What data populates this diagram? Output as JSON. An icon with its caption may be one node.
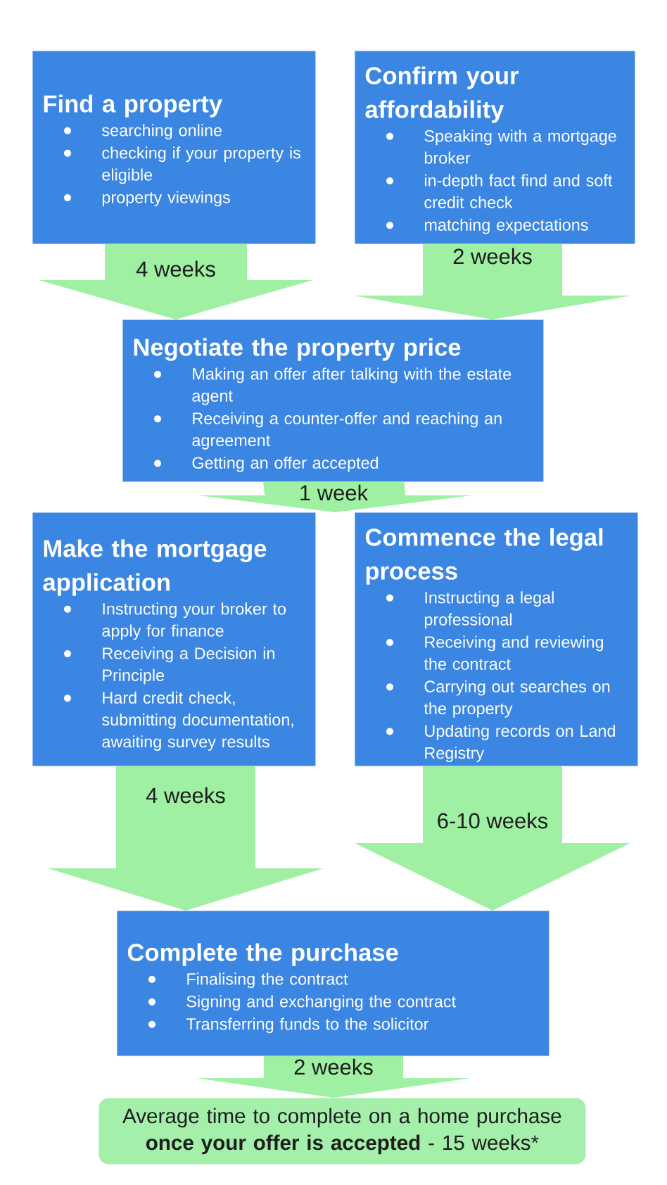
{
  "diagram": {
    "nodes": [
      {
        "text": [
          "Find a property",
          "searching online",
          "checking if your property is eligible",
          "property viewings"
        ]
      },
      {
        "text": [
          "Confirm your affordability",
          "Speaking with a mortgage broker",
          "in-depth fact find and soft credit check",
          "matching expectations"
        ]
      },
      {
        "text": [
          "Negotiate the property price",
          "Making an offer after talking with the estate agent",
          "Receiving a counter-offer and reaching an agreement",
          "Getting an offer accepted"
        ]
      },
      {
        "text": [
          "Make the mortgage application",
          "Instructing your broker to apply for finance",
          "Receiving a Decision in Principle",
          "Hard credit check, submitting documentation, awaiting survey results"
        ]
      },
      {
        "text": [
          "Commence the legal process",
          "Instructing a legal professional",
          "Receiving and reviewing the contract",
          "Carrying out searches on the property",
          "Updating records on Land Registry"
        ]
      },
      {
        "text": [
          "Complete the purchase",
          "Finalising the contract",
          "Signing and exchanging the contract",
          "Transferring funds to the solicitor"
        ]
      },
      {
        "text": [
          "Average time to complete on a home purchase **once your offer is accepted** - 15 weeks*"
        ]
      }
    ],
    "edges": [
      {
        "from": 0,
        "to": 2,
        "arrow": "to",
        "label": "4 weeks"
      },
      {
        "from": 1,
        "to": 2,
        "arrow": "to",
        "label": "2 weeks"
      },
      {
        "from": 2,
        "to": 3,
        "arrow": "to",
        "label": "1 week"
      },
      {
        "from": 2,
        "to": 4,
        "arrow": "to"
      },
      {
        "from": 3,
        "to": 5,
        "arrow": "to",
        "label": "4 weeks"
      },
      {
        "from": 4,
        "to": 5,
        "arrow": "to",
        "label": "6-10 weeks"
      },
      {
        "from": 5,
        "to": 6,
        "arrow": "to",
        "label": "2 weeks"
      }
    ]
  }
}
